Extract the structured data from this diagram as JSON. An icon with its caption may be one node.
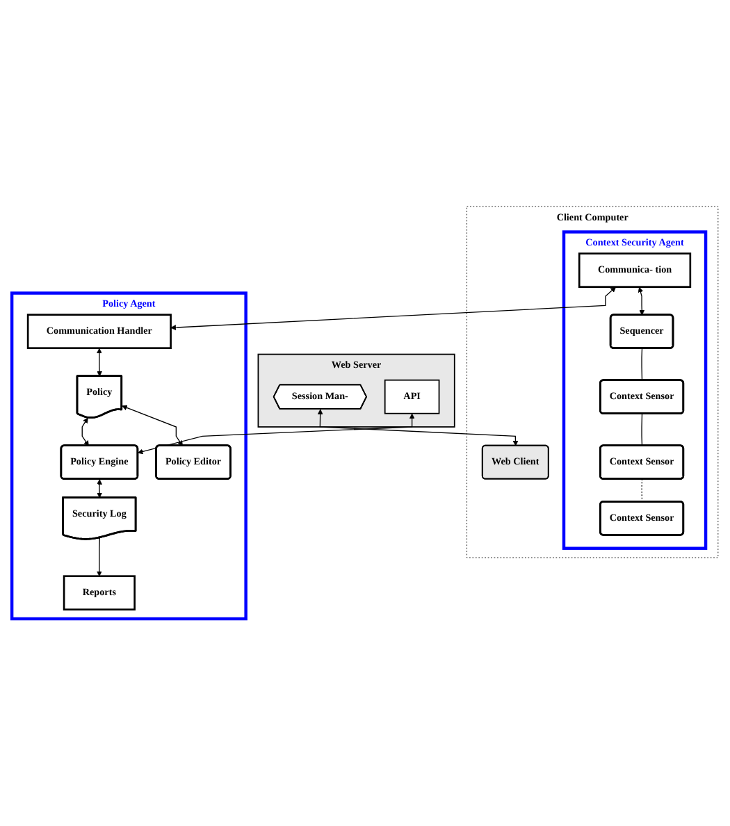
{
  "diagram": {
    "nodes": [
      {
        "text": [
          "Client Computer"
        ]
      },
      {
        "text": [
          "Web Client"
        ],
        "in": 0
      },
      {
        "text": [
          "Context Security Agent"
        ],
        "in": 0
      },
      {
        "text": [
          "Communica- tion"
        ],
        "in": 2
      },
      {
        "text": [
          "Sequencer"
        ],
        "in": 2
      },
      {
        "text": [
          "Context Sensor"
        ],
        "in": 2
      },
      {
        "text": [
          "Context Sensor"
        ],
        "in": 2
      },
      {
        "text": [
          "Context Sensor"
        ],
        "in": 2
      },
      {
        "text": [
          "Web Server"
        ]
      },
      {
        "text": [
          "Session Man-"
        ],
        "in": 8
      },
      {
        "text": [
          "API"
        ],
        "in": 8
      },
      {
        "text": [
          "Policy Agent"
        ]
      },
      {
        "text": [
          "Communication Handler"
        ],
        "in": 11
      },
      {
        "text": [
          "Policy"
        ],
        "in": 11
      },
      {
        "text": [
          "Policy Engine"
        ],
        "in": 11
      },
      {
        "text": [
          "Policy Editor"
        ],
        "in": 11
      },
      {
        "text": [
          "Security Log"
        ],
        "in": 11
      },
      {
        "text": [
          "Reports"
        ],
        "in": 11
      }
    ],
    "edges": [
      {
        "from": 1,
        "to": 9,
        "arrow": "both"
      },
      {
        "from": 10,
        "to": 14,
        "arrow": "both"
      },
      {
        "from": 3,
        "to": 12,
        "arrow": "both"
      },
      {
        "from": 3,
        "to": 4,
        "arrow": "both"
      },
      {
        "from": 4,
        "to": 5,
        "arrow": "none"
      },
      {
        "from": 5,
        "to": 6,
        "arrow": "none"
      },
      {
        "from": 6,
        "to": 7,
        "arrow": "none",
        "style": "dashed"
      },
      {
        "from": 12,
        "to": 13,
        "arrow": "both"
      },
      {
        "from": 13,
        "to": 14,
        "arrow": "both"
      },
      {
        "from": 13,
        "to": 15,
        "arrow": "both"
      },
      {
        "from": 14,
        "to": 16,
        "arrow": "both"
      },
      {
        "from": 16,
        "to": 17,
        "arrow": "to"
      }
    ]
  }
}
